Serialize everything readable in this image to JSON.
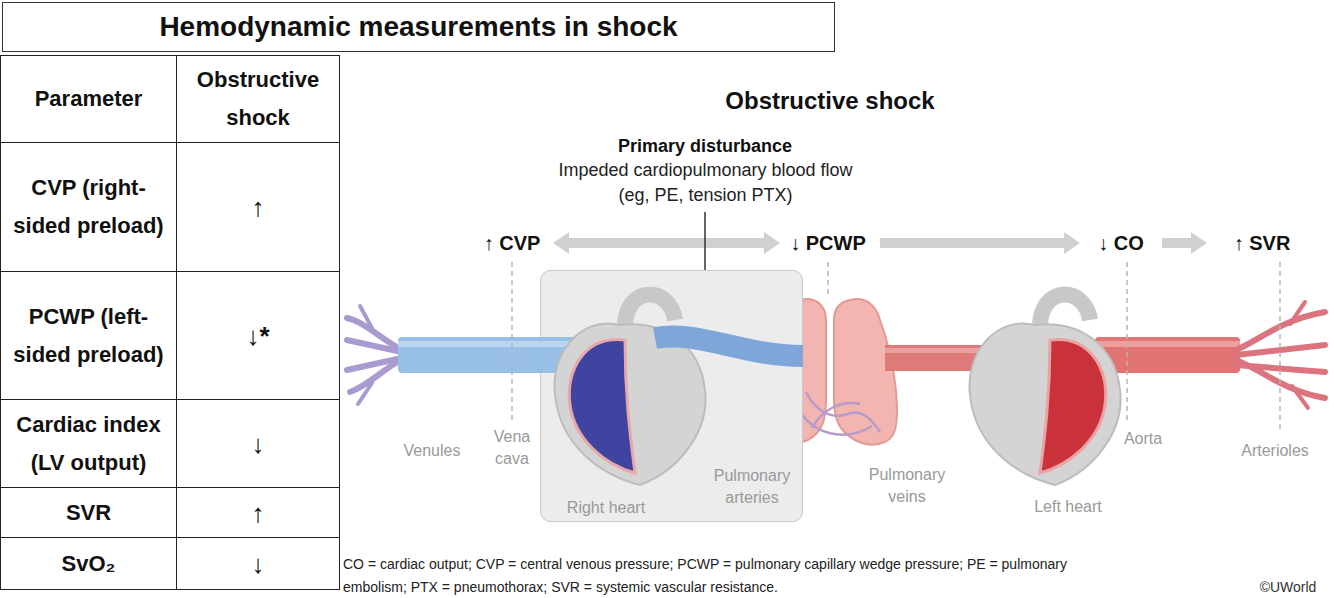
{
  "diagram": {
    "title": "Hemodynamic measurements in shock",
    "caption": "CO = cardiac output; CVP = central venous pressure; PCWP = pulmonary capillary wedge pressure; PE = pulmonary embolism; PTX = pneumothorax; SVR = systemic vascular resistance.",
    "nodes": [
      {
        "text": [
          "Right heart",
          "Pulmonary arteries"
        ]
      }
    ],
    "labels": [
      "Parameter",
      "Obstructive shock",
      "CVP (right-sided preload)",
      "↑",
      "PCWP (left-sided preload)",
      "↓*",
      "Cardiac index (LV output)",
      "↓",
      "SVR",
      "↑",
      "SvO₂",
      "↓",
      "Obstructive shock",
      "Primary disturbance",
      "Impeded cardiopulmonary blood flow (eg, PE, tension PTX)",
      "↑ CVP",
      "↓ PCWP",
      "↓ CO",
      "↑ SVR",
      "Venules",
      "Vena cava",
      "Pulmonary veins",
      "Left heart",
      "Aorta",
      "Arterioles",
      "©UWorld"
    ]
  }
}
